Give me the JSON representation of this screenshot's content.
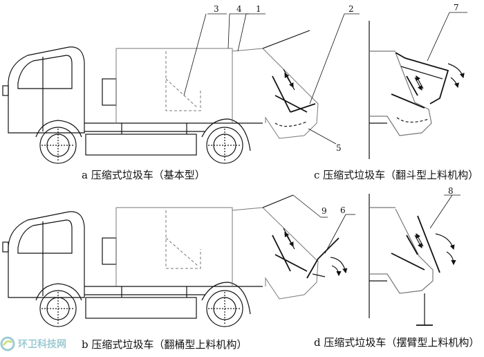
{
  "captions": {
    "a": "a 压缩式垃圾车（基本型）",
    "b": "b 压缩式垃圾车（翻桶型上料机构）",
    "c": "c 压缩式垃圾车（翻斗型上料机构）",
    "d": "d 压缩式垃圾车（摆臂型上料机构）"
  },
  "part_numbers": {
    "n1": "1",
    "n2": "2",
    "n3": "3",
    "n4": "4",
    "n5": "5",
    "n6": "6",
    "n7": "7",
    "n8": "8",
    "n9": "9"
  },
  "watermark": {
    "text": "环卫科技网",
    "color": "#9ccbd3"
  }
}
